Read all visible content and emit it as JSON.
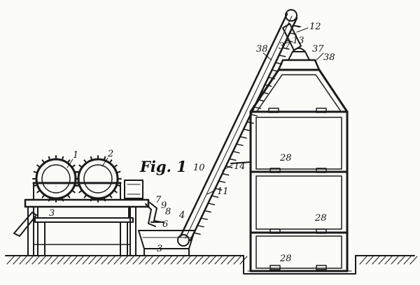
{
  "figure_title": "Fig. 1",
  "labels": {
    "l1": "1",
    "l2": "2",
    "l3": "3",
    "l3b": "3",
    "l4": "4",
    "l6": "6",
    "l7": "7",
    "l8": "8",
    "l9": "9",
    "l10": "10",
    "l11": "11",
    "l12": "12",
    "l13": "13",
    "l14": "14",
    "l28a": "28",
    "l28b": "28",
    "l28c": "28",
    "l37a": "37",
    "l37b": "37",
    "l38a": "38",
    "l38b": "38"
  },
  "colors": {
    "ink": "#1a1a1a",
    "paper": "#fbfbf8"
  }
}
